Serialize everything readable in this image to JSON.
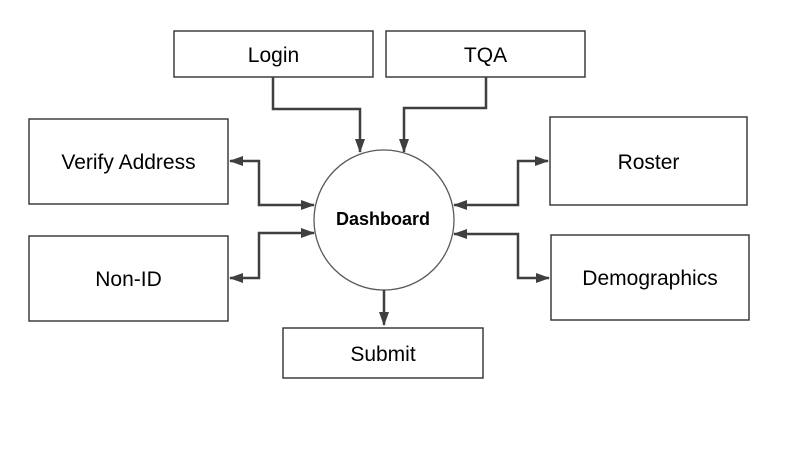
{
  "diagram": {
    "type": "flowchart",
    "background": "#ffffff",
    "colors": {
      "box_border": "#303030",
      "connector": "#3f3f3f",
      "circle_border": "#595959",
      "text": "#000000"
    },
    "nodes": {
      "login": {
        "label": "Login",
        "shape": "rectangle"
      },
      "tqa": {
        "label": "TQA",
        "shape": "rectangle"
      },
      "verify_address": {
        "label": "Verify Address",
        "shape": "rectangle"
      },
      "roster": {
        "label": "Roster",
        "shape": "rectangle"
      },
      "non_id": {
        "label": "Non-ID",
        "shape": "rectangle"
      },
      "demographics": {
        "label": "Demographics",
        "shape": "rectangle"
      },
      "submit": {
        "label": "Submit",
        "shape": "rectangle"
      },
      "dashboard": {
        "label": "Dashboard",
        "shape": "circle"
      }
    },
    "edges": [
      {
        "from": "login",
        "to": "dashboard",
        "direction": "one-way"
      },
      {
        "from": "tqa",
        "to": "dashboard",
        "direction": "one-way"
      },
      {
        "from": "verify_address",
        "to": "dashboard",
        "direction": "two-way"
      },
      {
        "from": "roster",
        "to": "dashboard",
        "direction": "two-way"
      },
      {
        "from": "non_id",
        "to": "dashboard",
        "direction": "two-way"
      },
      {
        "from": "demographics",
        "to": "dashboard",
        "direction": "two-way"
      },
      {
        "from": "dashboard",
        "to": "submit",
        "direction": "one-way"
      }
    ]
  }
}
